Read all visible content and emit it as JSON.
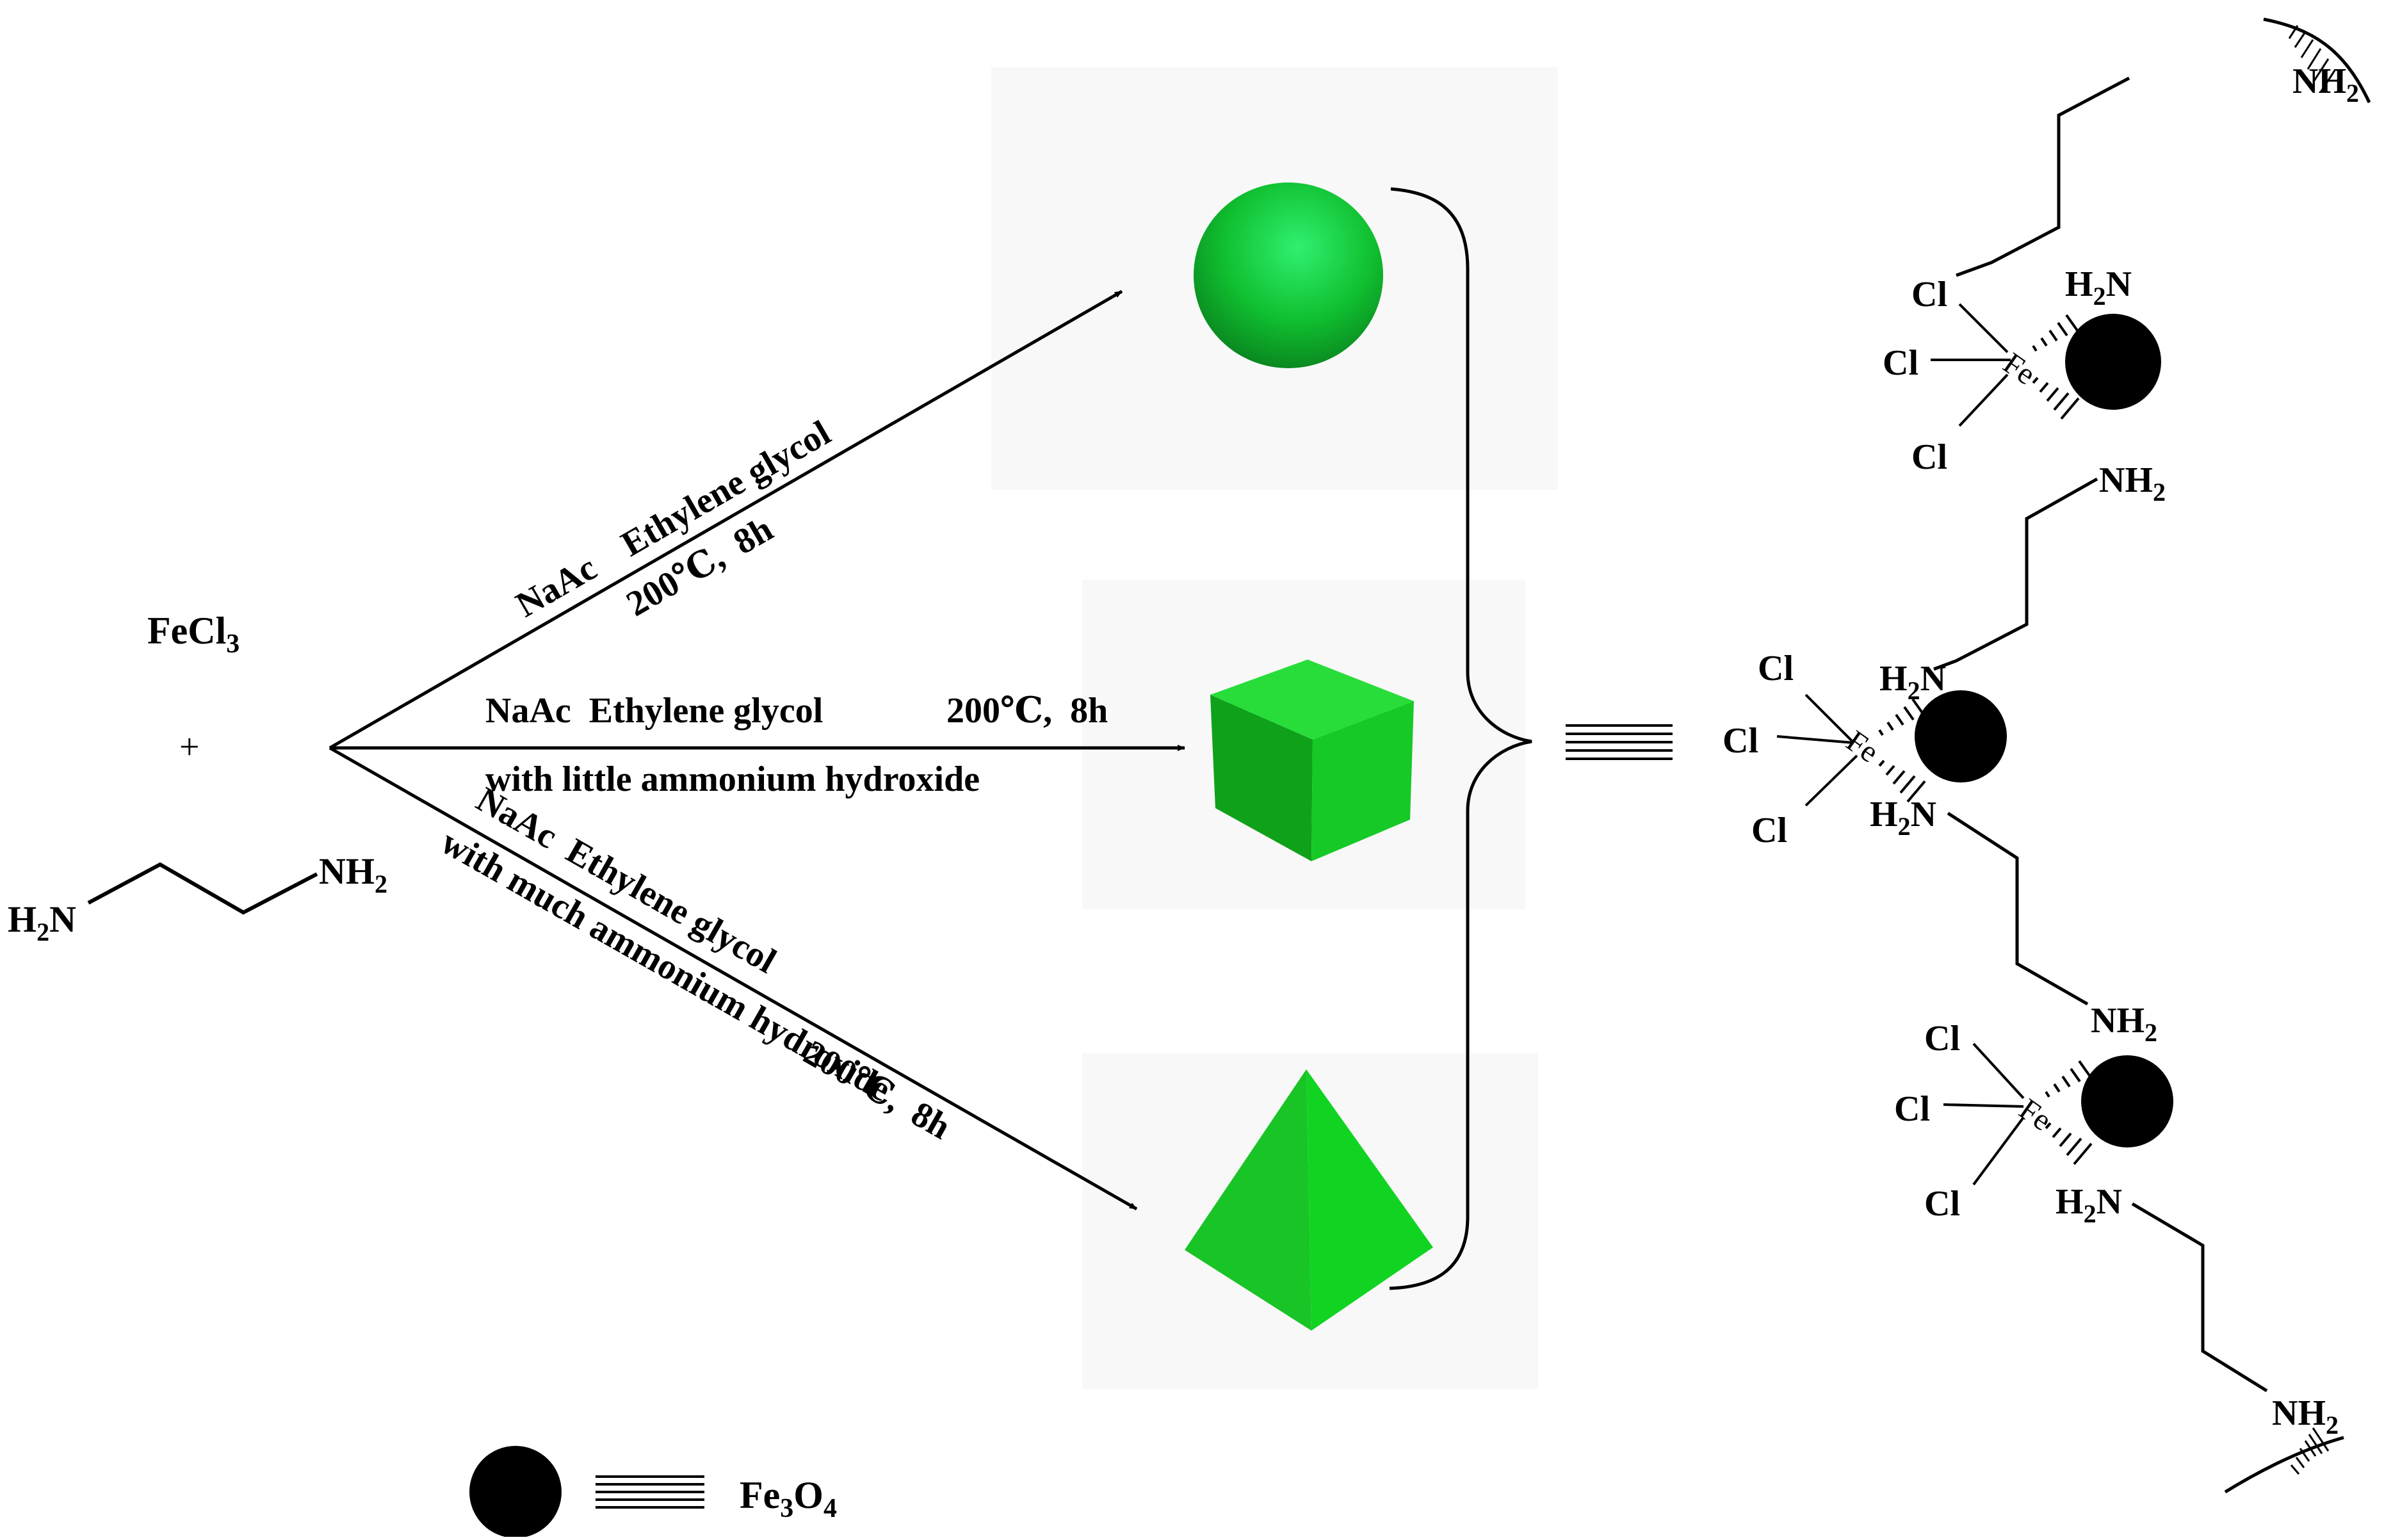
{
  "reactants": {
    "fecl3": {
      "base": "FeCl",
      "sub": "3"
    },
    "plus": "+",
    "en_left": {
      "h": "H",
      "sub": "2",
      "n": "N"
    },
    "en_right": {
      "nh": "NH",
      "sub": "2"
    }
  },
  "routes": {
    "upper": {
      "line1": "NaAc    Ethylene glycol",
      "line2": "200℃,  8h"
    },
    "middle": {
      "line1": "NaAc  Ethylene glycol",
      "temp": "200℃,  8h",
      "line2": "with little ammonium hydroxide"
    },
    "lower": {
      "line1": "NaAc  Ethylene glycol",
      "line2": "with much ammonium hydroxide",
      "temp": "200℃,  8h"
    }
  },
  "shapes": {
    "sphere_color": "#10d040",
    "cube_color": "#0fbf1f",
    "pyramid_color": "#10cc20"
  },
  "complex": {
    "cl": "Cl",
    "fe": "Fe",
    "h": "H",
    "n": "N",
    "nh": "NH",
    "sub2": "2"
  },
  "legend": {
    "fe3o4": {
      "fe": "Fe",
      "s1": "3",
      "o": "O",
      "s2": "4"
    }
  },
  "colors": {
    "ink": "#000000",
    "panel": "#f7f7f7"
  }
}
